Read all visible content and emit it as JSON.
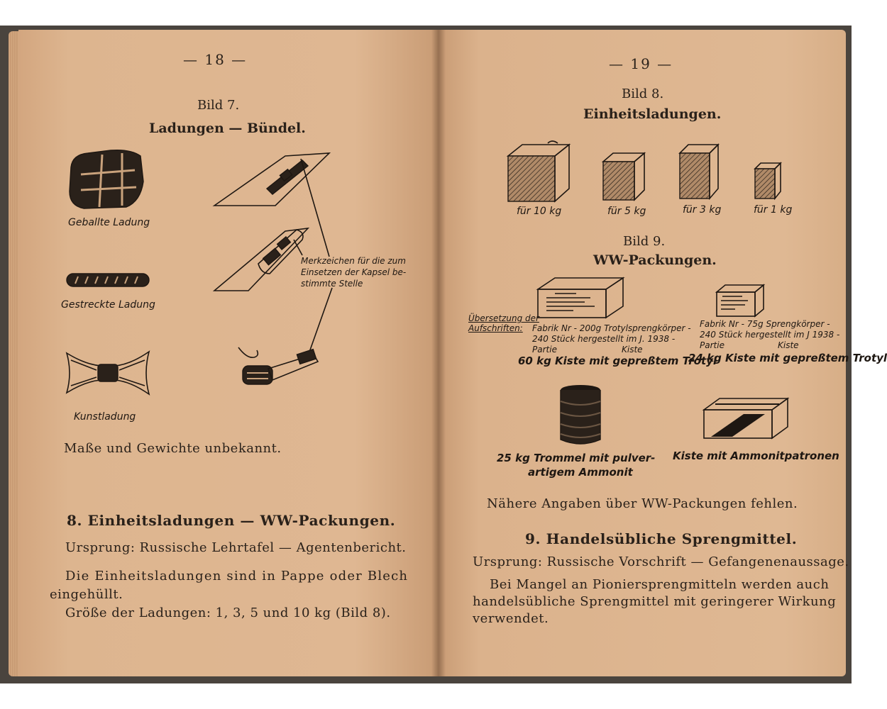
{
  "left_page": {
    "page_number": "— 18 —",
    "figure7": {
      "label": "Bild 7.",
      "title": "Ladungen — Bündel."
    },
    "charges": {
      "geballte": "Geballte Ladung",
      "gestreckte": "Gestreckte Ladung",
      "kunst": "Kunstladung"
    },
    "annotation": [
      "Merkzeichen für die zum",
      "Einsetzen der Kapsel be-",
      "stimmte Stelle"
    ],
    "dims_note": "Maße und Gewichte unbekannt.",
    "section8": {
      "heading": "8. Einheitsladungen — WW-Packungen.",
      "origin": "Ursprung: Russische Lehrtafel — Agentenbericht.",
      "body_line1": "Die Einheitsladungen sind in Pappe oder Blech",
      "body_line2": "eingehüllt.",
      "sizes": "Größe der Ladungen: 1, 3, 5 und 10 kg (Bild 8)."
    }
  },
  "right_page": {
    "page_number": "— 19 —",
    "figure8": {
      "label": "Bild 8.",
      "title": "Einheitsladungen.",
      "boxes": [
        "für 10 kg",
        "für 5 kg",
        "für 3 kg",
        "für 1 kg"
      ]
    },
    "figure9": {
      "label": "Bild 9.",
      "title": "WW-Packungen.",
      "translation_note": [
        "Übersetzung der",
        "Aufschriften:"
      ],
      "box_left": {
        "lines": [
          "Fabrik Nr - 200g Trotylsprengkörper -",
          "240 Stück hergestellt im J. 1938 -",
          "Partie",
          "Kiste"
        ],
        "caption": "60 kg Kiste mit gepreßtem Trotyl"
      },
      "box_right": {
        "lines": [
          "Fabrik Nr - 75g Sprengkörper -",
          "240 Stück hergestellt im J 1938 -",
          "Partie",
          "Kiste"
        ],
        "caption": "24 kg Kiste mit gepreßtem Trotyl"
      },
      "drum_caption": [
        "25 kg Trommel mit pulver-",
        "artigem Ammonit"
      ],
      "crate_caption": "Kiste mit Ammonitpatronen"
    },
    "missing_note": "Nähere Angaben über WW-Packungen fehlen.",
    "section9": {
      "heading": "9. Handelsübliche Sprengmittel.",
      "origin": "Ursprung: Russische Vorschrift — Gefangenenaussage.",
      "body_line1": "Bei Mangel an Pioniersprengmitteln werden auch",
      "body_line2": "handelsübliche Sprengmittel mit geringerer Wirkung",
      "body_line3": "verwendet."
    }
  }
}
